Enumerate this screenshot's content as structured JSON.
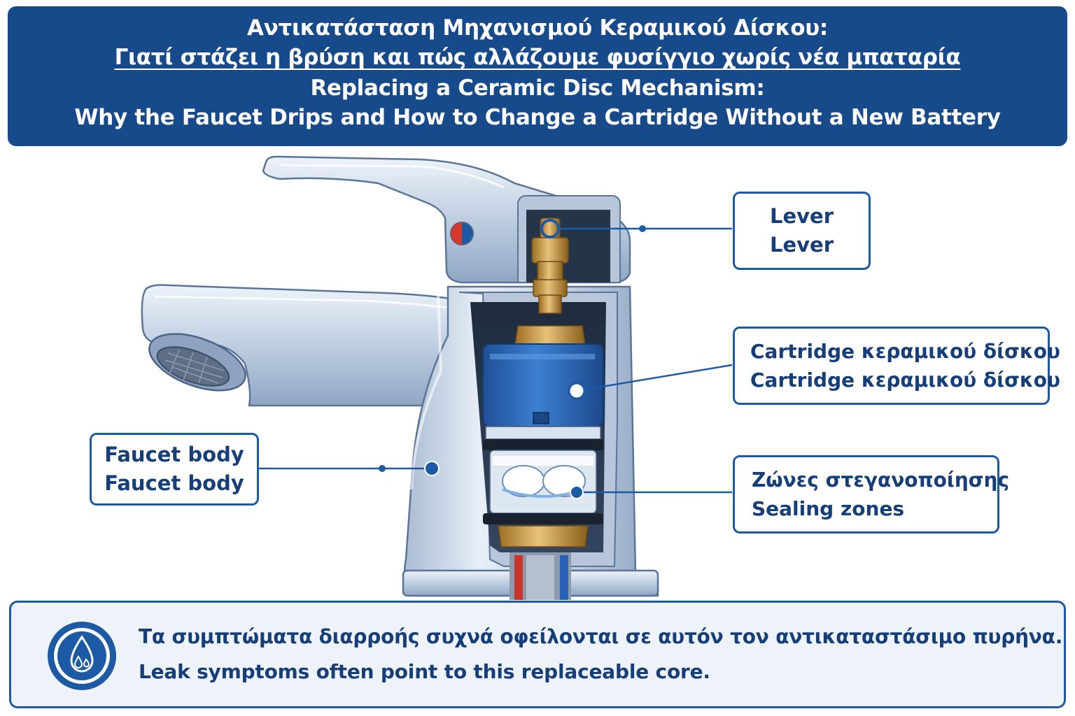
{
  "header": {
    "title_el_1": "Αντικατάσταση Μηχανισμού Κεραμικού Δίσκου:",
    "title_el_2": "Γιατί στάζει η βρύση και πώς αλλάζουμε φυσίγγιο χωρίς νέα μπαταρία",
    "title_en_1": "Replacing a Ceramic Disc Mechanism:",
    "title_en_2": "Why the Faucet Drips and How to Change a Cartridge Without a New Battery"
  },
  "callouts": {
    "lever": {
      "line1": "Lever",
      "line2": "Lever"
    },
    "cartridge": {
      "line1": "Cartridge κεραμικού δίσκου",
      "line2": "Cartridge κεραμικού δίσκου"
    },
    "sealing": {
      "line1": "Ζώνες στεγανοποίησης",
      "line2": "Sealing zones"
    },
    "body": {
      "line1": "Faucet body",
      "line2": "Faucet body"
    }
  },
  "footer": {
    "icon": "water-drop-icon",
    "text_el": "Τα συμπτώματα διαρροής συχνά οφείλονται σε αυτόν τον αντικαταστάσιμο πυρήνα.",
    "text_en": "Leak symptoms often point to this replaceable core."
  },
  "colors": {
    "header_bg": "#174a8b",
    "accent_blue": "#1d5aa6",
    "text_navy": "#163f7a",
    "cartridge_blue": "#2f6fc0",
    "brass": "#c99a3e",
    "chrome": "#c9d6e6"
  }
}
